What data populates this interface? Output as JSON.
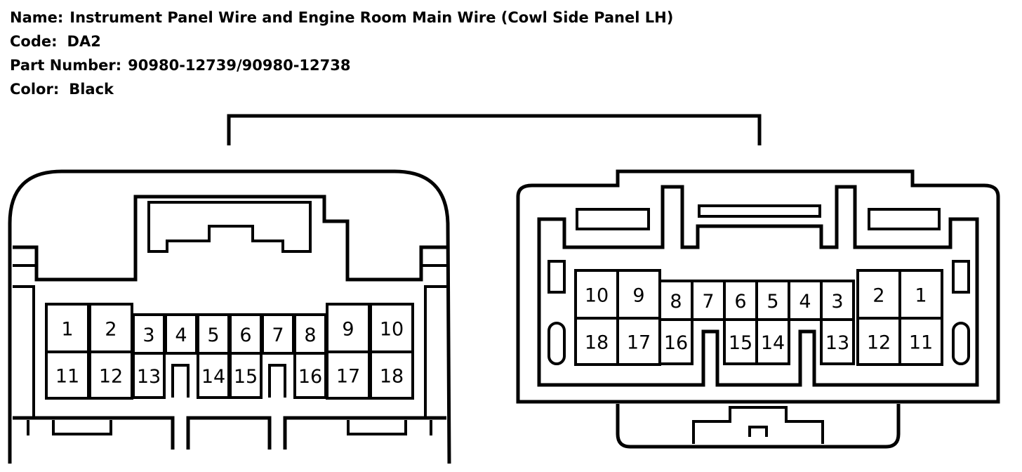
{
  "info": {
    "name_label": "Name:",
    "name_value": "Instrument Panel Wire and Engine Room Main Wire (Cowl Side Panel LH)",
    "code_label": "Code:",
    "code_value": "DA2",
    "part_label": "Part Number:",
    "part_value": "90980-12739/90980-12738",
    "color_label": "Color:",
    "color_value": "Black"
  },
  "left_connector": {
    "top_row": [
      "1",
      "2",
      "3",
      "4",
      "5",
      "6",
      "7",
      "8",
      "9",
      "10"
    ],
    "bottom_row": [
      "11",
      "12",
      "13",
      "14",
      "15",
      "16",
      "17",
      "18"
    ]
  },
  "right_connector": {
    "top_row": [
      "10",
      "9",
      "8",
      "7",
      "6",
      "5",
      "4",
      "3",
      "2",
      "1"
    ],
    "bottom_row": [
      "18",
      "17",
      "16",
      "15",
      "14",
      "13",
      "12",
      "11"
    ]
  }
}
